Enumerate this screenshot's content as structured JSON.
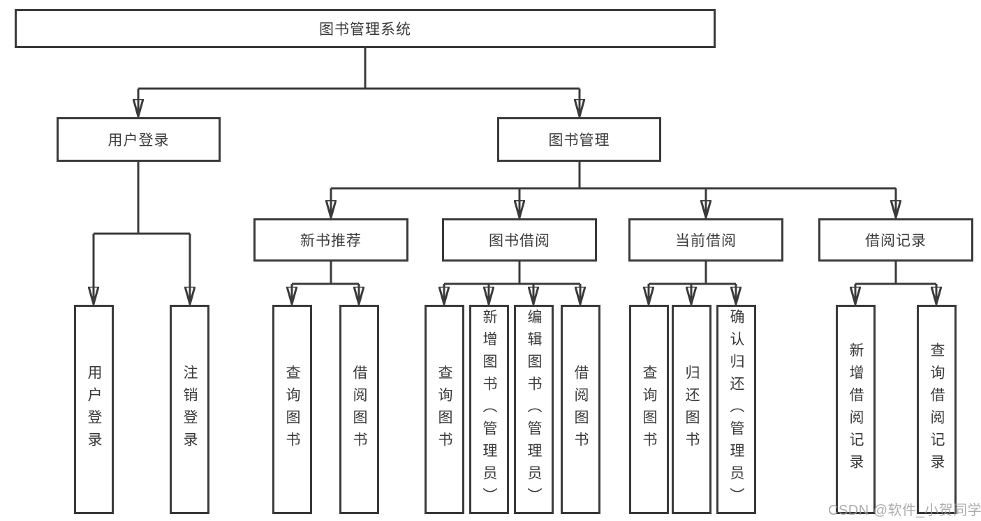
{
  "tree": {
    "label": "图书管理系统",
    "children": [
      {
        "label": "用户登录",
        "children": [
          {
            "label": "用户登录"
          },
          {
            "label": "注销登录"
          }
        ]
      },
      {
        "label": "图书管理",
        "children": [
          {
            "label": "新书推荐",
            "children": [
              {
                "label": "查询图书"
              },
              {
                "label": "借阅图书"
              }
            ]
          },
          {
            "label": "图书借阅",
            "children": [
              {
                "label": "查询图书"
              },
              {
                "label": "新增图书（管理员）"
              },
              {
                "label": "编辑图书（管理员）"
              },
              {
                "label": "借阅图书"
              }
            ]
          },
          {
            "label": "当前借阅",
            "children": [
              {
                "label": "查询图书"
              },
              {
                "label": "归还图书"
              },
              {
                "label": "确认归还（管理员）"
              }
            ]
          },
          {
            "label": "借阅记录",
            "children": [
              {
                "label": "新增借阅记录"
              },
              {
                "label": "查询借阅记录"
              }
            ]
          }
        ]
      }
    ]
  },
  "watermark": {
    "text": "CSDN @软件_小贺同学"
  },
  "colors": {
    "line": "#3a3a3a",
    "box_background": "#ffffff",
    "text": "#3a3a3a",
    "watermark": "#9e9e9e"
  }
}
